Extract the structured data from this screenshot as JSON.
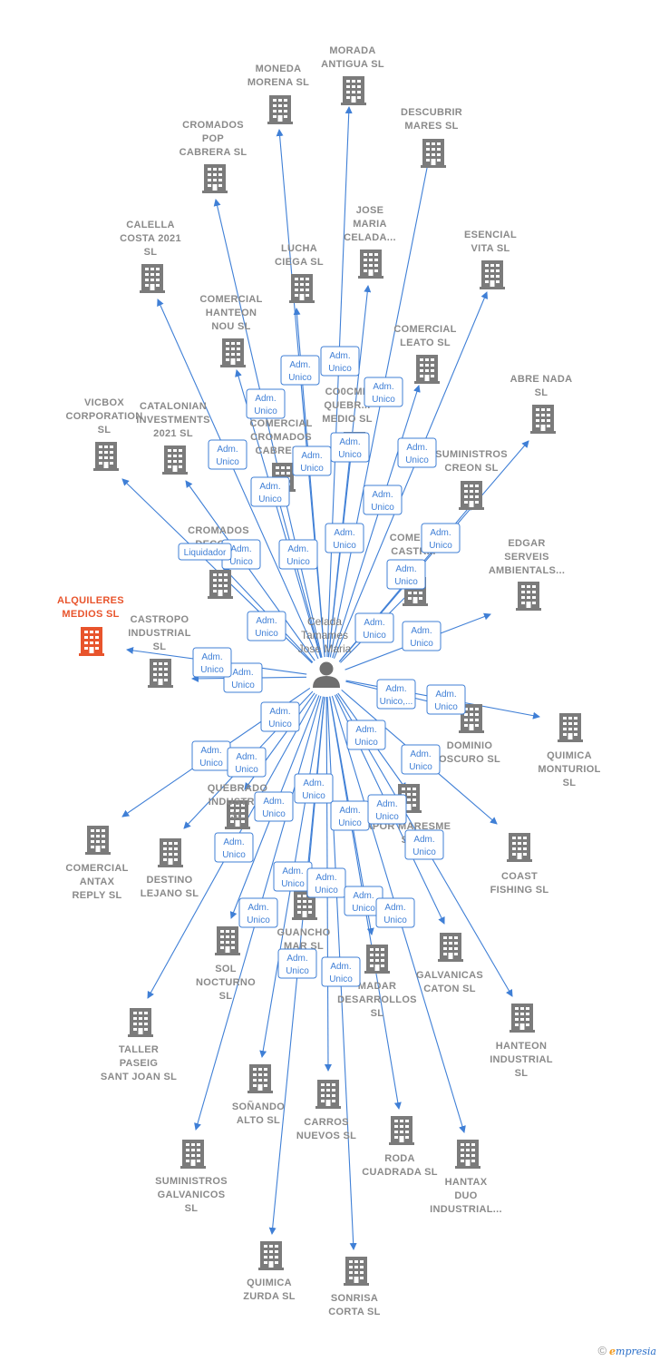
{
  "center": {
    "name_lines": [
      "Celada",
      "Tamames",
      "Jose Maria"
    ]
  },
  "colors": {
    "edge": "#3f7fd6",
    "building": "#7b7b7b",
    "highlight": "#e8542c",
    "label": "#8a8a8a"
  },
  "companies": [
    {
      "id": "morada",
      "lines": [
        "MORADA",
        "ANTIGUA  SL"
      ]
    },
    {
      "id": "moneda",
      "lines": [
        "MONEDA",
        "MORENA  SL"
      ]
    },
    {
      "id": "descubrir",
      "lines": [
        "DESCUBRIR",
        "MARES  SL"
      ]
    },
    {
      "id": "cromados-pop",
      "lines": [
        "CROMADOS",
        "POP",
        "CABRERA  SL"
      ]
    },
    {
      "id": "jose-maria",
      "lines": [
        "JOSE",
        "MARIA",
        "CELADA..."
      ]
    },
    {
      "id": "esencial",
      "lines": [
        "ESENCIAL",
        "VITA  SL"
      ]
    },
    {
      "id": "calella",
      "lines": [
        "CALELLA",
        "COSTA 2021",
        "SL"
      ]
    },
    {
      "id": "lucha",
      "lines": [
        "LUCHA",
        "CIEGA  SL"
      ]
    },
    {
      "id": "comercial-hanteon",
      "lines": [
        "COMERCIAL",
        "HANTEON",
        "NOU  SL"
      ]
    },
    {
      "id": "comercial-leato",
      "lines": [
        "COMERCIAL",
        "LEATO  SL"
      ]
    },
    {
      "id": "abre-nada",
      "lines": [
        "ABRE NADA",
        "SL"
      ]
    },
    {
      "id": "coocme",
      "lines": [
        "CO0CME",
        "QUEBR...",
        "MEDIO  SL"
      ]
    },
    {
      "id": "vicbox",
      "lines": [
        "VICBOX",
        "CORPORATION",
        "SL"
      ]
    },
    {
      "id": "catalonian",
      "lines": [
        "CATALONIAN",
        "INVESTMENTS",
        "2021  SL"
      ]
    },
    {
      "id": "comercial-cromados",
      "lines": [
        "COMERCIAL",
        "CROMADOS",
        "CABRERA"
      ]
    },
    {
      "id": "suministros-creon",
      "lines": [
        "SUMINISTROS",
        "CREON  SL"
      ]
    },
    {
      "id": "cromados-decor",
      "lines": [
        "CROMADOS",
        "DECOR..."
      ]
    },
    {
      "id": "comer-castr",
      "lines": [
        "COMER...",
        "CASTR...",
        "SL"
      ]
    },
    {
      "id": "edgar",
      "lines": [
        "EDGAR",
        "SERVEIS",
        "AMBIENTALS..."
      ]
    },
    {
      "id": "alquileres",
      "lines": [
        "ALQUILERES",
        "MEDIOS  SL"
      ],
      "highlight": true
    },
    {
      "id": "castropo",
      "lines": [
        "CASTROPO",
        "INDUSTRIAL",
        "SL"
      ]
    },
    {
      "id": "dominio",
      "lines": [
        "DOMINIO",
        "OSCURO  SL"
      ]
    },
    {
      "id": "quimica-monturiol",
      "lines": [
        "QUIMICA",
        "MONTURIOL",
        "SL"
      ]
    },
    {
      "id": "quebrado",
      "lines": [
        "QUEBRADO",
        "INDUSTRI...",
        "SL"
      ]
    },
    {
      "id": "apor-maresme",
      "lines": [
        "APOR MARESME",
        "SL"
      ]
    },
    {
      "id": "comercial-antax",
      "lines": [
        "COMERCIAL",
        "ANTAX",
        "REPLY  SL"
      ]
    },
    {
      "id": "destino",
      "lines": [
        "DESTINO",
        "LEJANO  SL"
      ]
    },
    {
      "id": "coast",
      "lines": [
        "COAST",
        "FISHING  SL"
      ]
    },
    {
      "id": "guancho",
      "lines": [
        "GUANCHO",
        "MAR  SL"
      ]
    },
    {
      "id": "sol",
      "lines": [
        "SOL",
        "NOCTURNO",
        "SL"
      ]
    },
    {
      "id": "galvanicas",
      "lines": [
        "GALVANICAS",
        "CATON  SL"
      ]
    },
    {
      "id": "madar",
      "lines": [
        "MADAR",
        "DESARROLLOS",
        "SL"
      ]
    },
    {
      "id": "taller",
      "lines": [
        "TALLER",
        "PASEIG",
        "SANT JOAN  SL"
      ]
    },
    {
      "id": "hanteon-ind",
      "lines": [
        "HANTEON",
        "INDUSTRIAL",
        "SL"
      ]
    },
    {
      "id": "sonando",
      "lines": [
        "SOÑANDO",
        "ALTO  SL"
      ]
    },
    {
      "id": "carros",
      "lines": [
        "CARROS",
        "NUEVOS  SL"
      ]
    },
    {
      "id": "roda",
      "lines": [
        "RODA",
        "CUADRADA  SL"
      ]
    },
    {
      "id": "suministros-galv",
      "lines": [
        "SUMINISTROS",
        "GALVANICOS",
        "SL"
      ]
    },
    {
      "id": "hantax",
      "lines": [
        "HANTAX",
        "DUO",
        "INDUSTRIAL..."
      ]
    },
    {
      "id": "quimica-zurda",
      "lines": [
        "QUIMICA",
        "ZURDA  SL"
      ]
    },
    {
      "id": "sonrisa",
      "lines": [
        "SONRISA",
        "CORTA  SL"
      ]
    }
  ],
  "roles": [
    {
      "lines": [
        "Adm.",
        "Unico"
      ]
    },
    {
      "lines": [
        "Adm.",
        "Unico"
      ]
    },
    {
      "lines": [
        "Adm.",
        "Unico"
      ]
    },
    {
      "lines": [
        "Adm.",
        "Unico"
      ]
    },
    {
      "lines": [
        "Adm.",
        "Unico"
      ]
    },
    {
      "lines": [
        "Adm.",
        "Unico"
      ]
    },
    {
      "lines": [
        "Adm.",
        "Unico"
      ]
    },
    {
      "lines": [
        "Adm.",
        "Unico"
      ]
    },
    {
      "lines": [
        "Adm.",
        "Unico"
      ]
    },
    {
      "lines": [
        "Adm.",
        "Unico"
      ]
    },
    {
      "lines": [
        "Adm.",
        "Unico"
      ]
    },
    {
      "lines": [
        "Adm.",
        "Unico"
      ]
    },
    {
      "lines": [
        "Adm.",
        "Unico"
      ]
    },
    {
      "lines": [
        "Adm.",
        "Unico"
      ]
    },
    {
      "lines": [
        "Adm.",
        "Unico"
      ]
    },
    {
      "lines": [
        "Adm.",
        "Unico"
      ]
    },
    {
      "lines": [
        "Liquidador"
      ]
    },
    {
      "lines": [
        "Adm.",
        "Unico"
      ]
    },
    {
      "lines": [
        "Adm.",
        "Unico"
      ]
    },
    {
      "lines": [
        "Adm.",
        "Unico"
      ]
    },
    {
      "lines": [
        "Adm.",
        "Unico"
      ]
    },
    {
      "lines": [
        "Adm.",
        "Unico,..."
      ]
    },
    {
      "lines": [
        "Adm.",
        "Unico"
      ]
    },
    {
      "lines": [
        "Adm.",
        "Unico"
      ]
    },
    {
      "lines": [
        "Adm.",
        "Unico"
      ]
    },
    {
      "lines": [
        "Adm.",
        "Unico"
      ]
    },
    {
      "lines": [
        "Adm.",
        "Unico"
      ]
    },
    {
      "lines": [
        "Adm.",
        "Unico"
      ]
    },
    {
      "lines": [
        "Adm.",
        "Unico"
      ]
    },
    {
      "lines": [
        "Adm.",
        "Unico"
      ]
    },
    {
      "lines": [
        "Adm.",
        "Unico"
      ]
    },
    {
      "lines": [
        "Adm.",
        "Unico"
      ]
    },
    {
      "lines": [
        "Adm.",
        "Unico"
      ]
    },
    {
      "lines": [
        "Adm.",
        "Unico"
      ]
    },
    {
      "lines": [
        "Adm.",
        "Unico"
      ]
    },
    {
      "lines": [
        "Adm.",
        "Unico"
      ]
    },
    {
      "lines": [
        "Adm.",
        "Unico"
      ]
    },
    {
      "lines": [
        "Adm.",
        "Unico"
      ]
    },
    {
      "lines": [
        "Adm.",
        "Unico"
      ]
    },
    {
      "lines": [
        "Adm.",
        "Unico"
      ]
    },
    {
      "lines": [
        "Adm.",
        "Unico"
      ]
    }
  ],
  "footer": {
    "copyright": "©",
    "brand_initial": "e",
    "brand_rest": "mpresia"
  }
}
